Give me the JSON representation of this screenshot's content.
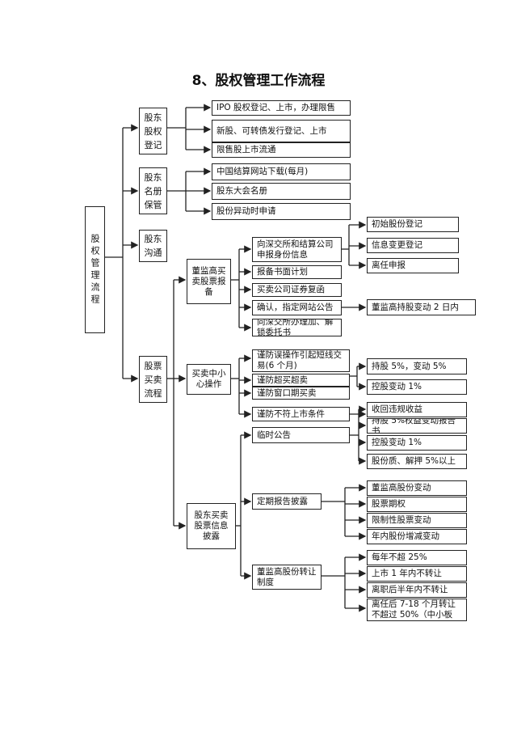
{
  "title": "8、股权管理工作流程",
  "root": "股权管理流程",
  "level1": {
    "register": "股东股权登记",
    "roster": "股东名册保管",
    "comm": "股东沟通",
    "trade": "股票买卖流程"
  },
  "register_items": [
    "IPO 股权登记、上市，办理限售",
    "新股、可转债发行登记、上市",
    "限售股上市流通"
  ],
  "roster_items": [
    "中国结算网站下载(每月)",
    "股东大会名册",
    "股份异动时申请"
  ],
  "trade_sub": {
    "report": "董监高买卖股票报备",
    "care": "买卖中小心操作",
    "disclose": "股东买卖股票信息披露"
  },
  "report_items": [
    "向深交所和结算公司申报身份信息",
    "报备书面计划",
    "买卖公司证券复函",
    "确认，指定网站公告",
    "向深交所办理加、解锁委托书"
  ],
  "report_sub": [
    "初始股份登记",
    "信息变更登记",
    "离任申报"
  ],
  "confirm_sub": "董监高持股变动 2 日内",
  "care_items": [
    "谨防误操作引起短线交易(6 个月)",
    "谨防超买超卖",
    "谨防窗口期买卖",
    "谨防不符上市条件"
  ],
  "care_sub": [
    "持股 5%，变动 5%",
    "控股变动 1%"
  ],
  "disclose_items": [
    "临时公告",
    "定期报告披露",
    "董监高股份转让制度"
  ],
  "temp_sub": [
    "收回违规收益",
    "持股 5%权益变动报告书",
    "控股变动 1%",
    "股份质、解押 5%以上"
  ],
  "periodic_sub": [
    "董监高股份变动",
    "股票期权",
    "限制性股票变动",
    "年内股份增减变动"
  ],
  "transfer_sub": [
    "每年不超 25%",
    "上市 1 年内不转让",
    "离职后半年内不转让",
    "离任后 7-18 个月转让不超过 50%（中小板"
  ]
}
